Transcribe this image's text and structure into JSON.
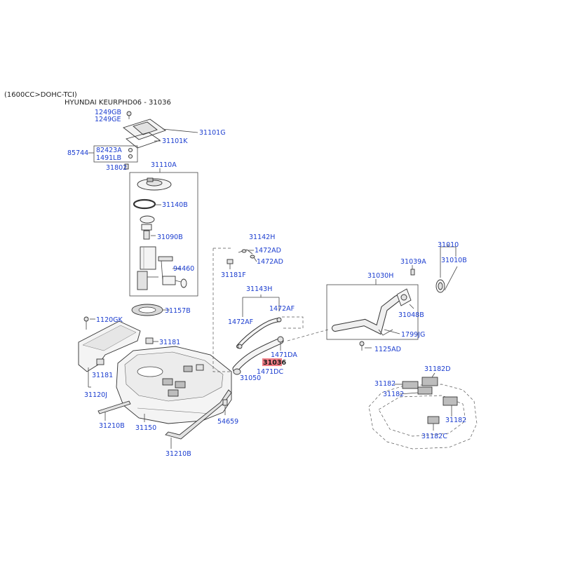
{
  "header": {
    "engine": "(1600CC>DOHC-TCI)",
    "model_ref": "HYUNDAI KEURPHD06 - 31036"
  },
  "highlight_color": "#f27d86",
  "label_color": "#1a3ccf",
  "labels": {
    "p1249GB": "1249GB",
    "p1249GE": "1249GE",
    "p31101G": "31101G",
    "p31101K": "31101K",
    "p85744": "85744",
    "p82423A": "82423A",
    "p1491LB": "1491LB",
    "p31802": "31802",
    "p31110A": "31110A",
    "p31140B": "31140B",
    "p31090B": "31090B",
    "p94460": "94460",
    "p31157B": "31157B",
    "p1120GK": "1120GK",
    "p31181a": "31181",
    "p31181b": "31181",
    "p31120J": "31120J",
    "p31210Ba": "31210B",
    "p31150": "31150",
    "p31210Bb": "31210B",
    "p54659": "54659",
    "p31142H": "31142H",
    "p1472ADa": "1472AD",
    "p1472ADb": "1472AD",
    "p31181F": "31181F",
    "p31143H": "31143H",
    "p1472AFa": "1472AF",
    "p1472AFb": "1472AF",
    "p1471DA": "1471DA",
    "p31036": "31036",
    "p1471DC": "1471DC",
    "p31050": "31050",
    "p31010": "31010",
    "p31010B": "31010B",
    "p31039A": "31039A",
    "p31030H": "31030H",
    "p31048B": "31048B",
    "p1799JG": "1799JG",
    "p1125AD": "1125AD",
    "p31182D": "31182D",
    "p31182a": "31182",
    "p31182b": "31182",
    "p31182c": "31182",
    "p31182C": "31182C"
  }
}
